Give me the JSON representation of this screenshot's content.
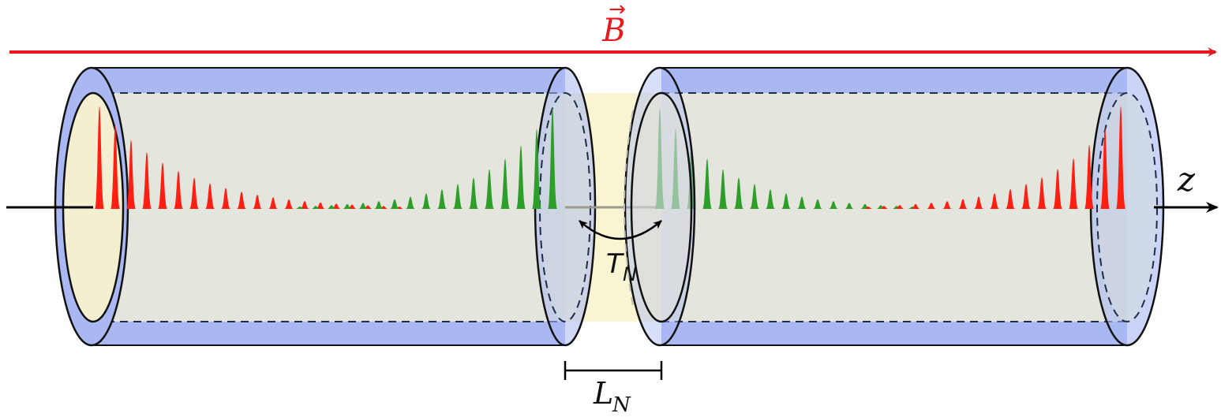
{
  "labels": {
    "field_symbol": "B",
    "field_arrow": "→",
    "axis": "z",
    "transfer": "T",
    "transfer_sub": "N",
    "gap": "L",
    "gap_sub": "N"
  },
  "colors": {
    "field": "#e8191c",
    "cylinder_shell": "#a9b8f2",
    "cylinder_inner": "#e4e5dc",
    "gap_fill": "#f9f4d2",
    "end_face": "#f4efd0",
    "outline": "#111111",
    "dashed": "#1d2d4a",
    "wave_red": "#ff1e12",
    "wave_green": "#2e9e2a"
  },
  "icons": {
    "field_arrow": "arrow-right-icon",
    "axis_arrow": "arrow-right-icon",
    "coupling_arrow": "double-arrow-icon"
  }
}
